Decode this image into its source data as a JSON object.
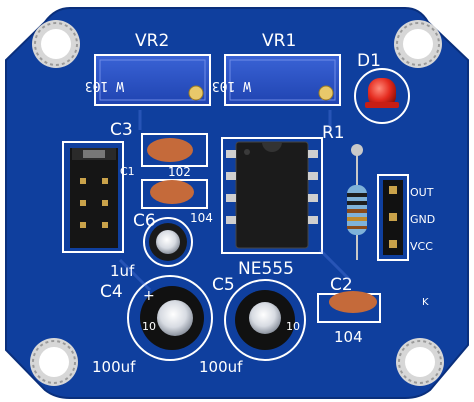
{
  "board": {
    "colors": {
      "pcb": "#0f3f9e",
      "pcb_dark": "#0a2f7c",
      "silkscreen": "#ffffff",
      "pad": "#c9c9c9",
      "trimpot_body": "#2e55c8",
      "led": "#e52b1f",
      "ic": "#1b1b1b",
      "capacitor_ceramic": "#c56a3a"
    },
    "labels": {
      "vr2": "VR2",
      "vr1": "VR1",
      "d1": "D1",
      "r1": "R1",
      "c3": "C3",
      "c1": "C1",
      "c1_value": "102",
      "c1_value2": "104",
      "c6": "C6",
      "c6_value": "1uf",
      "c4": "C4",
      "c4_value": "100uf",
      "c5": "C5",
      "c5_value": "100uf",
      "c2": "C2",
      "c2_value": "104",
      "ic_name": "NE555",
      "pin_out": "OUT",
      "pin_gnd": "GND",
      "pin_vcc": "VCC",
      "k_mark": "K"
    },
    "trimpot_marking": "W 103",
    "electrolytic_marking": "10"
  }
}
